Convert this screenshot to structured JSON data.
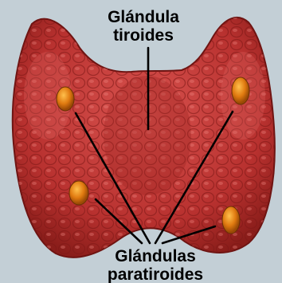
{
  "labels": {
    "thyroid_line1": "Glándula",
    "thyroid_line2": "tiroides",
    "parathyroid_line1": "Glándulas",
    "parathyroid_line2": "paratiroides"
  },
  "colors": {
    "background": "#c3cfd6",
    "tissue_base": "#b8312f",
    "tissue_light": "#e0615c",
    "tissue_dark": "#7e1815",
    "parathyroid_gland": "#e07a10",
    "pointer_line": "#000000"
  }
}
